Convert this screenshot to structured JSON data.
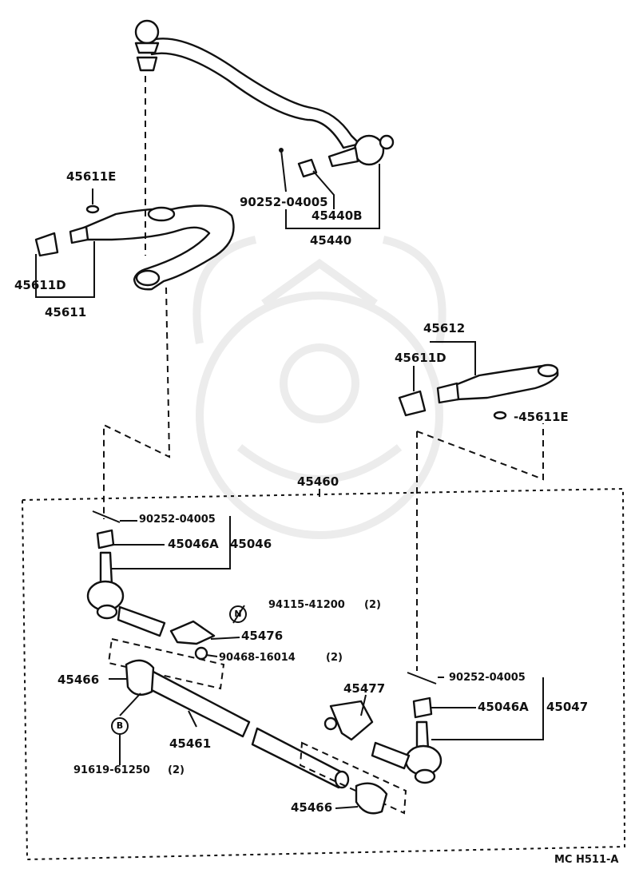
{
  "diagram": {
    "labels": {
      "p45611E_top": "45611E",
      "p45611D_left": "45611D",
      "p45611": "45611",
      "p90252_top": "90252-04005",
      "p45440B": "45440B",
      "p45440": "45440",
      "p45612": "45612",
      "p45611D_right": "45611D",
      "p45611E_right": "-45611E",
      "p45460": "45460",
      "p90252_mid": "90252-04005",
      "p45046A_left": "45046A",
      "p45046": "45046",
      "p94115": "94115-41200",
      "p94115_qty": "(2)",
      "p45476": "45476",
      "p90468": "90468-16014",
      "p90468_qty": "(2)",
      "p45466_left": "45466",
      "p45461": "45461",
      "p91619": "91619-61250",
      "p91619_qty": "(2)",
      "p90252_low": "90252-04005",
      "p45477": "45477",
      "p45046A_right": "45046A",
      "p45047": "45047",
      "p45466_right": "45466",
      "badge_n": "N",
      "badge_b": "B",
      "code": "MC H511-A"
    }
  }
}
